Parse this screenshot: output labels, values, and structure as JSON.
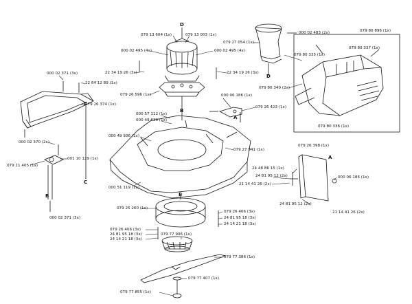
{
  "diagram": {
    "parts": {
      "p01": "000 02 371 (3x)",
      "p02": "22 64 12 89 (1x)",
      "p03": "079 26 374 (1x)",
      "p04": "000 02 370 (2x)",
      "p05": "001 10 129 (1x)",
      "p06": "079 11 405 (1x)",
      "p07": "000 02 371 (3x)",
      "p08": "079 13 604 (1x)",
      "p09": "079 13 003 (1x)",
      "p10": "000 02 495 (4x)",
      "p11": "000 02 495 (4x)",
      "p12": "22 34 19 26 (3x)",
      "p13": "22 34 19 26 (3x)",
      "p14": "079 26 596 (1x)",
      "p15": "079 27 054 (1x)",
      "p16": "000 02 483 (2x)",
      "p17": "079 80 896 (1x)",
      "p18": "079 80 335 (1x)",
      "p19": "079 80 337 (1x)",
      "p20": "079 80 340 (2x)",
      "p21": "079 80 336 (1x)",
      "p22": "000 06 186 (1x)",
      "p23": "079 26 423 (1x)",
      "p24": "000 57 112 (1x)",
      "p25": "000 49 639 (1x)",
      "p26": "000 49 936 (1x)",
      "p27": "079 27 941 (1x)",
      "p28": "000 51 119 (1x)",
      "p29": "079 26 398 (1x)",
      "p30": "24 48 86 15 (1x)",
      "p31": "24 81 95 12 (2x)",
      "p32": "21 14 41 26 (2x)",
      "p33": "000 06 186 (1x)",
      "p34": "24 81 95 12 (2x)",
      "p35": "21 14 41 26 (2x)",
      "p36": "079 25 260 (1x)",
      "p37": "079 26 406 (3x)",
      "p38": "24 81 95 18 (3x)",
      "p39": "24 14 21 18 (3x)",
      "p40": "079 26 406 (3x)",
      "p41": "24 81 95 18 (3x)",
      "p42": "24 14 21 18 (3x)",
      "p43": "079 77 906 (1x)",
      "p44": "079 77 386 (1x)",
      "p45": "079 77 407 (1x)",
      "p46": "079 77 855 (1x)"
    },
    "markers": {
      "m_d1": "D",
      "m_d2": "D",
      "m_b1": "B",
      "m_b2": "B",
      "m_b3": "B",
      "m_c1": "C",
      "m_c2": "C",
      "m_a1": "A",
      "m_a2": "A"
    }
  }
}
